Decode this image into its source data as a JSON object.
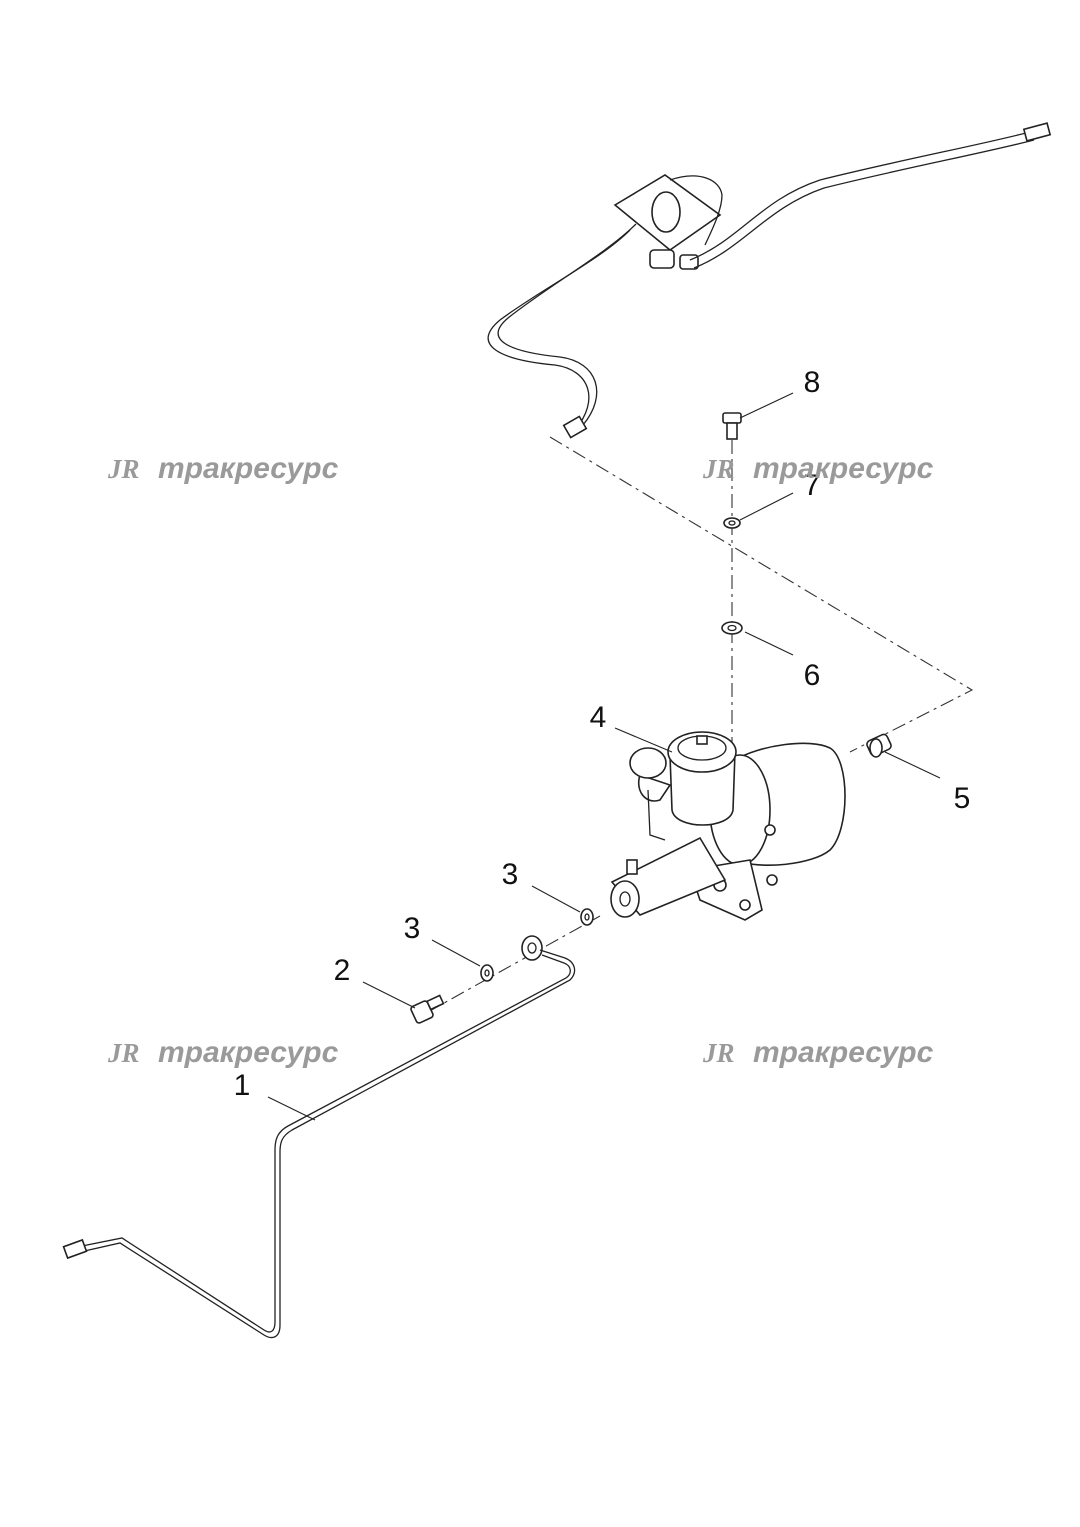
{
  "callouts": [
    {
      "id": "1",
      "label": "1"
    },
    {
      "id": "2",
      "label": "2"
    },
    {
      "id": "3a",
      "label": "3"
    },
    {
      "id": "3b",
      "label": "3"
    },
    {
      "id": "4",
      "label": "4"
    },
    {
      "id": "5",
      "label": "5"
    },
    {
      "id": "6",
      "label": "6"
    },
    {
      "id": "7",
      "label": "7"
    },
    {
      "id": "8",
      "label": "8"
    }
  ],
  "watermark": {
    "logo": "JR",
    "text": "тракресурс",
    "color": "#9a9a9a"
  },
  "colors": {
    "line": "#222222",
    "background": "#ffffff"
  }
}
